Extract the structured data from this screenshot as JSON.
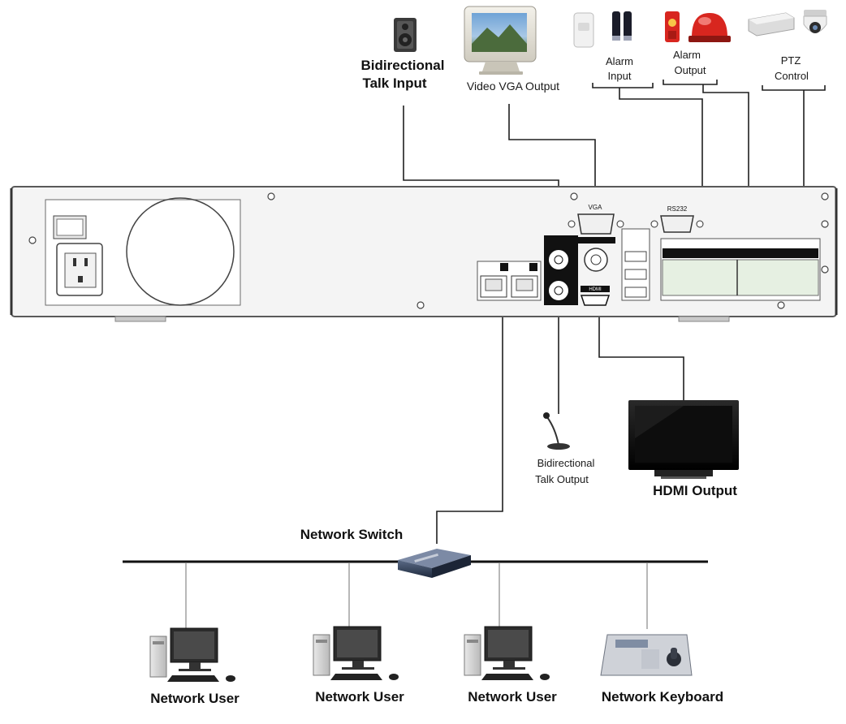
{
  "devices": {
    "talk_input": {
      "label_line1": "Bidirectional",
      "label_line2": "Talk Input"
    },
    "vga_output": {
      "label": "Video VGA Output"
    },
    "alarm_input": {
      "label_line1": "Alarm",
      "label_line2": "Input"
    },
    "alarm_output": {
      "label_line1": "Alarm",
      "label_line2": "Output"
    },
    "ptz_control": {
      "label_line1": "PTZ",
      "label_line2": "Control"
    },
    "talk_output": {
      "label_line1": "Bidirectional",
      "label_line2": "Talk Output"
    },
    "hdmi_output": {
      "label": "HDMI Output"
    },
    "network_switch": {
      "label": "Network Switch"
    },
    "network_users": [
      {
        "label": "Network User"
      },
      {
        "label": "Network User"
      },
      {
        "label": "Network User"
      }
    ],
    "network_keyboard": {
      "label": "Network Keyboard"
    }
  },
  "rear_panel": {
    "port_vga": "VGA",
    "port_rs232": "RS232",
    "port_hdmi": "HDMI"
  },
  "colors": {
    "wire": "#1f1f1f",
    "panel_fill": "#f4f4f4",
    "panel_stroke": "#5a5a5a",
    "terminal_green": "#e6f0e2",
    "alarm_red": "#d8261f"
  },
  "icons": [
    "speaker-icon",
    "crt-monitor-icon",
    "pir-sensor-icon",
    "alarm-light-icon",
    "ptz-camera-icon",
    "microphone-icon",
    "lcd-tv-icon",
    "network-switch-icon",
    "desktop-pc-icon",
    "ptz-keyboard-icon"
  ]
}
